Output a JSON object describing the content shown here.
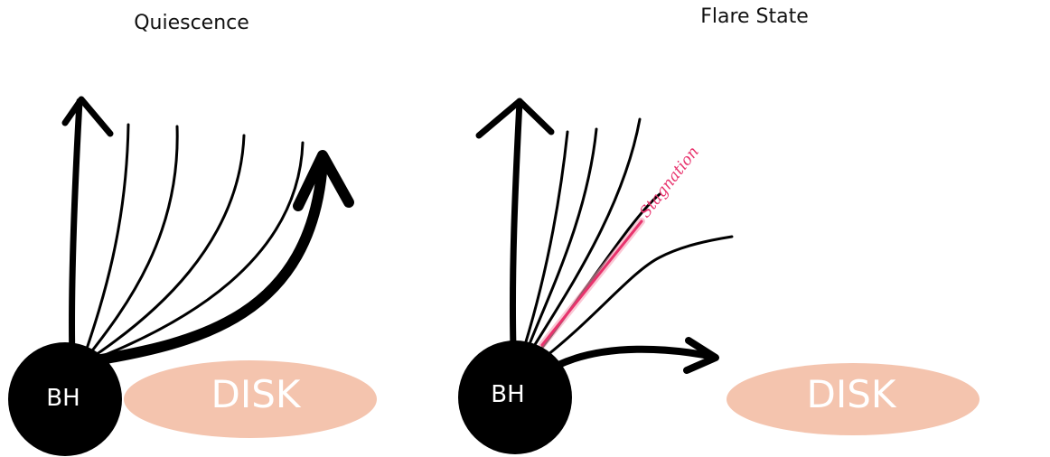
{
  "panels": {
    "left": {
      "title": "Quiescence",
      "black_hole_label": "BH",
      "disk_label": "DISK"
    },
    "right": {
      "title": "Flare State",
      "black_hole_label": "BH",
      "disk_label": "DISK",
      "stagnation_label": "Stagnation"
    }
  },
  "colors": {
    "black_hole": "#000000",
    "disk": "#f4c4ae",
    "stagnation": "#e8336d",
    "stagnation_glow": "#f7a2b8",
    "lines": "#000000"
  }
}
